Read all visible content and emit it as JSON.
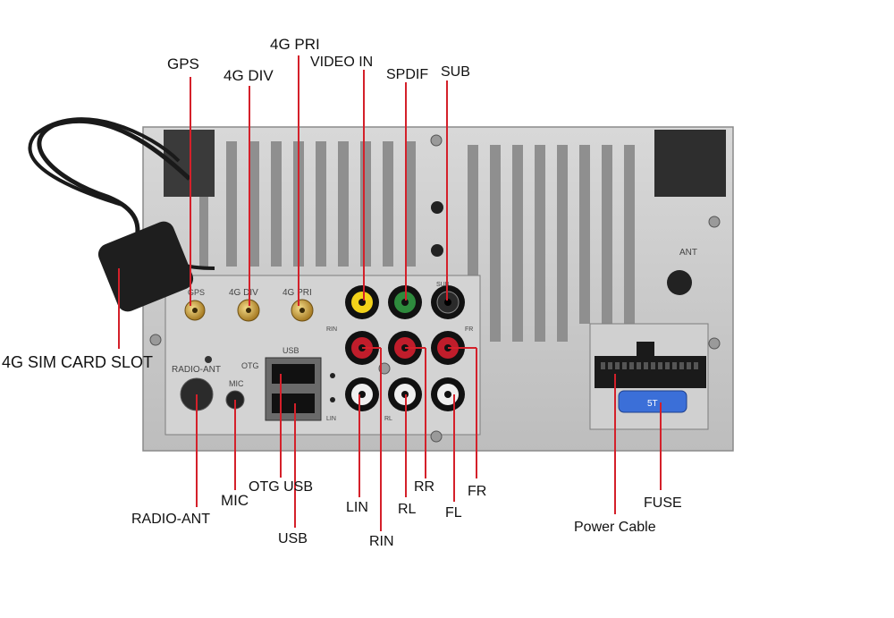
{
  "labels": {
    "gps": "GPS",
    "g4_div": "4G DIV",
    "g4_pri": "4G PRI",
    "video_in": "VIDEO IN",
    "spdif": "SPDIF",
    "sub": "SUB",
    "sim_slot": "4G SIM CARD SLOT",
    "radio_ant": "RADIO-ANT",
    "mic": "MIC",
    "otg_usb": "OTG USB",
    "usb": "USB",
    "lin": "LIN",
    "rin": "RIN",
    "rl": "RL",
    "rr": "RR",
    "fl": "FL",
    "fr": "FR",
    "power_cable": "Power Cable",
    "fuse": "FUSE"
  },
  "panel_text": {
    "gps_port": "GPS",
    "div_port": "4G DIV",
    "pri_port": "4G PRI",
    "usb_port": "USB",
    "otg_port": "OTG",
    "mic_port": "MIC",
    "radio_ant_port": "RADIO-ANT",
    "ant_port": "ANT",
    "sub_port": "SUB",
    "rin_port": "RIN",
    "lin_port": "LIN",
    "rl_port": "RL",
    "fr_port": "FR",
    "fuse_value": "5T"
  },
  "colors": {
    "pointer": "#d4202a",
    "chassis": "#c9c9c9",
    "rca_yellow": "#f2d21a",
    "rca_green": "#2e8b3d",
    "rca_red": "#c01d2b",
    "rca_white": "#efefef",
    "sma_gold": "#c9a040",
    "fuse_blue": "#3b6fd8"
  }
}
